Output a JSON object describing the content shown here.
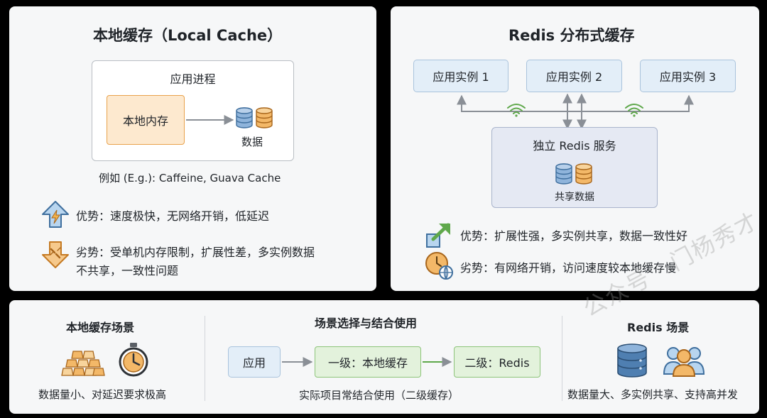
{
  "local": {
    "title": "本地缓存（Local Cache）",
    "process_label": "应用进程",
    "memory_label": "本地内存",
    "data_label": "数据",
    "example": "例如 (E.g.): Caffeine, Guava Cache",
    "pros": "优势：速度极快，无网络开销，低延迟",
    "cons_line1": "劣势：受单机内存限制，扩展性差，多实例数据",
    "cons_line2": "不共享，一致性问题"
  },
  "redis": {
    "title": "Redis 分布式缓存",
    "instances": [
      "应用实例 1",
      "应用实例 2",
      "应用实例 3"
    ],
    "service_label": "独立 Redis 服务",
    "shared_label": "共享数据",
    "pros": "优势：扩展性强，多实例共享，数据一致性好",
    "cons": "劣势：有网络开销，访问速度较本地缓存慢"
  },
  "bottom": {
    "left_title": "本地缓存场景",
    "left_caption": "数据量小、对延迟要求极高",
    "center_title": "场景选择与结合使用",
    "flow": [
      "应用",
      "一级：本地缓存",
      "二级：Redis"
    ],
    "center_caption": "实际项目常结合使用（二级缓存）",
    "right_title": "Redis 场景",
    "right_caption": "数据量大、多实例共享、支持高并发"
  },
  "watermark": "公众号 · 门杨秀才",
  "colors": {
    "orange": "#e9a24c",
    "blue": "#6f9cc9",
    "green": "#5fa84b",
    "arrow": "#8a8f96"
  }
}
